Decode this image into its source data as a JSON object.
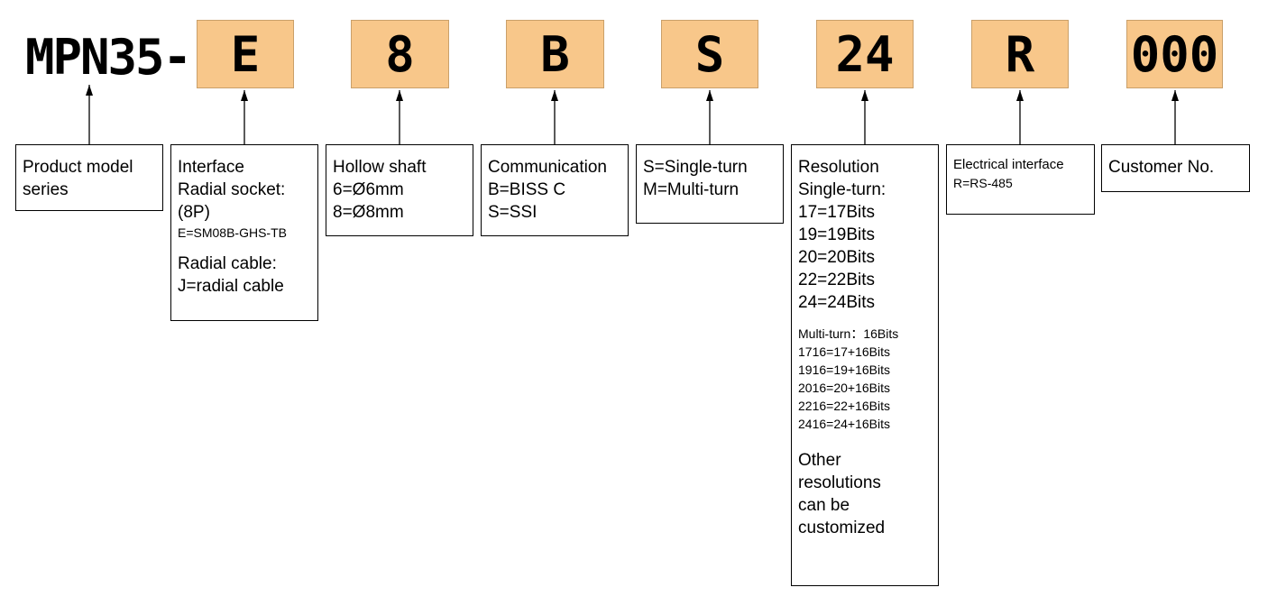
{
  "prefix": "MPN35-",
  "codes": {
    "interface": "E",
    "shaft": "8",
    "communication": "B",
    "turn": "S",
    "resolution": "24",
    "electrical": "R",
    "customer": "000"
  },
  "descriptions": {
    "series": [
      "Product model",
      "series"
    ],
    "interface": {
      "title": "Interface",
      "radial_socket": "Radial socket:",
      "pins": "(8P)",
      "socket_code": "E=SM08B-GHS-TB",
      "radial_cable": "Radial cable:",
      "cable_code": "J=radial cable"
    },
    "shaft": [
      "Hollow shaft",
      "6=Ø6mm",
      "8=Ø8mm"
    ],
    "communication": [
      "Communication",
      "B=BISS C",
      "S=SSI"
    ],
    "turn": [
      "S=Single-turn",
      "M=Multi-turn"
    ],
    "resolution": {
      "title": "Resolution",
      "single_turn_label": "Single-turn:",
      "single_turn": [
        "17=17Bits",
        "19=19Bits",
        "20=20Bits",
        "22=22Bits",
        "24=24Bits"
      ],
      "multi_turn_label": "Multi-turn：16Bits",
      "multi_turn": [
        "1716=17+16Bits",
        "1916=19+16Bits",
        "2016=20+16Bits",
        "2216=22+16Bits",
        "2416=24+16Bits"
      ],
      "other": [
        "Other",
        "resolutions",
        "can be",
        "customized"
      ]
    },
    "electrical": {
      "title": "Electrical interface",
      "code": "R=RS-485"
    },
    "customer": "Customer No."
  }
}
